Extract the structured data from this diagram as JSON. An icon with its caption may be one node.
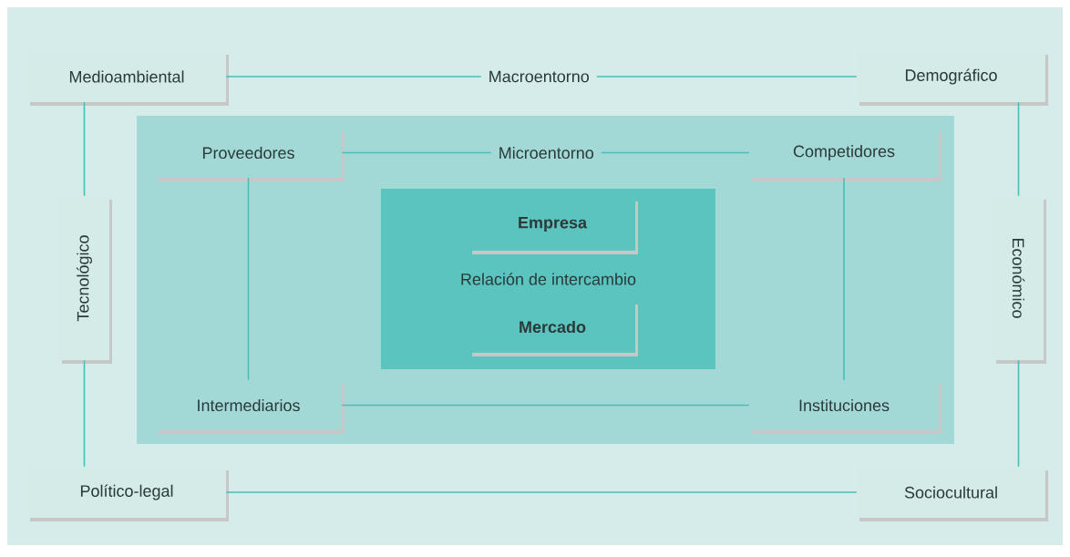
{
  "diagram": {
    "nodes": [
      {
        "text": [
          "Medioambiental"
        ]
      },
      {
        "text": [
          "Demográfico"
        ]
      },
      {
        "text": [],
        "shape": "box"
      },
      {
        "text": [
          "Proveedores"
        ],
        "in": 2
      },
      {
        "text": [
          "Competidores"
        ],
        "in": 2
      },
      {
        "text": [
          "Relación de intercambio"
        ],
        "in": 2
      },
      {
        "text": [
          "Empresa"
        ],
        "in": 5
      },
      {
        "text": [
          "Mercado"
        ],
        "in": 5
      },
      {
        "text": [
          "Tecnológico"
        ]
      },
      {
        "text": [
          "Económico"
        ]
      },
      {
        "text": [
          "Intermediarios"
        ],
        "in": 2
      },
      {
        "text": [
          "Instituciones"
        ],
        "in": 2
      },
      {
        "text": [
          "Político-legal"
        ]
      },
      {
        "text": [
          "Sociocultural"
        ]
      }
    ],
    "edges": [
      {
        "from": 0,
        "to": 1,
        "arrow": "none",
        "label": "Macroentorno"
      },
      {
        "from": 0,
        "to": 8,
        "arrow": "none"
      },
      {
        "from": 1,
        "to": 9,
        "arrow": "none"
      },
      {
        "from": 8,
        "to": 12,
        "arrow": "none"
      },
      {
        "from": 9,
        "to": 13,
        "arrow": "none"
      },
      {
        "from": 12,
        "to": 13,
        "arrow": "none"
      },
      {
        "from": 3,
        "to": 4,
        "arrow": "none",
        "label": "Microentorno"
      },
      {
        "from": 3,
        "to": 10,
        "arrow": "none"
      },
      {
        "from": 4,
        "to": 11,
        "arrow": "none"
      },
      {
        "from": 10,
        "to": 11,
        "arrow": "none"
      }
    ]
  }
}
